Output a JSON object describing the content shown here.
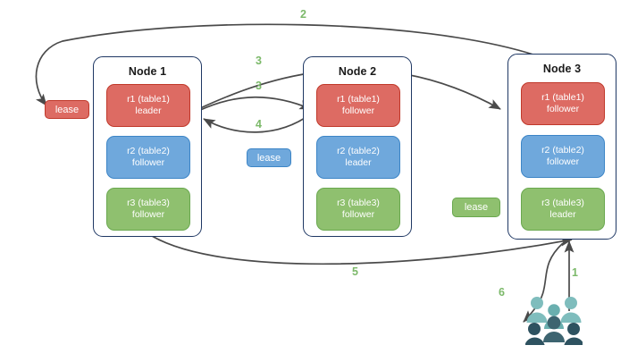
{
  "diagram": {
    "title": "Distributed database lease / raft replica routing diagram",
    "background": "#ffffff",
    "colors": {
      "red": "#dd6b63",
      "red_border": "#c0392b",
      "blue": "#6fa8dc",
      "blue_border": "#3d85c6",
      "green": "#8fc06f",
      "green_border": "#6aa84f",
      "node_border": "#1f3864",
      "arrow": "#4a4a4a",
      "label_green": "#7cb96a",
      "people_light": "#7fbdbd",
      "people_dark": "#3d6470"
    }
  },
  "nodes": [
    {
      "id": "node1",
      "title": "Node 1",
      "replicas": [
        {
          "name": "r1 (table1)",
          "role": "leader",
          "color": "red"
        },
        {
          "name": "r2 (table2)",
          "role": "follower",
          "color": "blue"
        },
        {
          "name": "r3 (table3)",
          "role": "follower",
          "color": "green"
        }
      ]
    },
    {
      "id": "node2",
      "title": "Node 2",
      "replicas": [
        {
          "name": "r1 (table1)",
          "role": "follower",
          "color": "red"
        },
        {
          "name": "r2 (table2)",
          "role": "leader",
          "color": "blue"
        },
        {
          "name": "r3 (table3)",
          "role": "follower",
          "color": "green"
        }
      ]
    },
    {
      "id": "node3",
      "title": "Node 3",
      "replicas": [
        {
          "name": "r1 (table1)",
          "role": "follower",
          "color": "red"
        },
        {
          "name": "r2 (table2)",
          "role": "follower",
          "color": "blue"
        },
        {
          "name": "r3 (table3)",
          "role": "leader",
          "color": "green"
        }
      ]
    }
  ],
  "leases": [
    {
      "id": "lease-r1",
      "label": "lease",
      "color": "red"
    },
    {
      "id": "lease-r2",
      "label": "lease",
      "color": "blue"
    },
    {
      "id": "lease-r3",
      "label": "lease",
      "color": "green"
    }
  ],
  "edge_labels": [
    {
      "id": "step-1",
      "label": "1"
    },
    {
      "id": "step-2",
      "label": "2"
    },
    {
      "id": "step-3a",
      "label": "3"
    },
    {
      "id": "step-3b",
      "label": "3"
    },
    {
      "id": "step-4",
      "label": "4"
    },
    {
      "id": "step-5",
      "label": "5"
    },
    {
      "id": "step-6",
      "label": "6"
    }
  ],
  "actors": {
    "id": "clients",
    "icon": "people-group-icon",
    "count": 6
  }
}
